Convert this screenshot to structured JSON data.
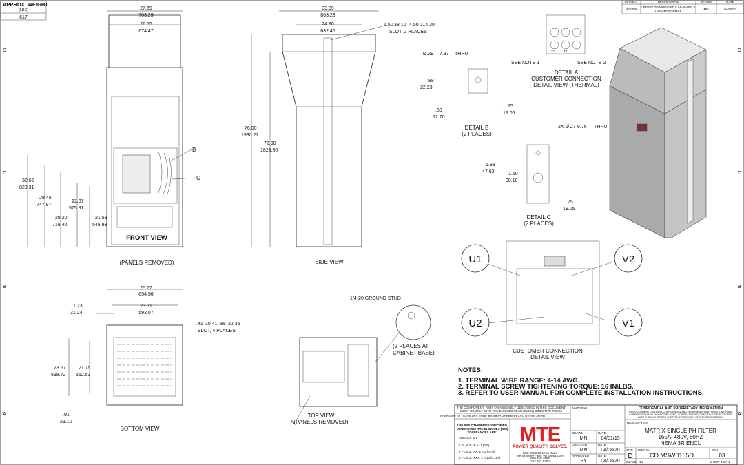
{
  "weight": {
    "title": "APPROX. WEIGHT",
    "unit": "(LBS)",
    "value": "617"
  },
  "zones": [
    "D",
    "C",
    "B",
    "A"
  ],
  "revision": {
    "headers": [
      "ECO No.",
      "DESCRIPTION",
      "REV BY",
      "DATE"
    ],
    "eco": "M12786",
    "description": [
      "UPDATE TO MODIFIED CAB-26APD &",
      "UPDATE FORMAT"
    ],
    "by": "MN",
    "date": "04/08/20"
  },
  "front_view": {
    "title": "FRONT VIEW",
    "subtitle": "(PANELS REMOVED)",
    "dims": {
      "w1": "27.69",
      "w1m": "703.29",
      "w2": "26.55",
      "w2m": "674.47",
      "h1": "32.65",
      "h1m": "829.31",
      "h2": "29.45",
      "h2m": "747.97",
      "h3": "28.20",
      "h3m": "716.40",
      "h4": "22.67",
      "h4m": "575.91",
      "h5": "21.53",
      "h5m": "546.93"
    },
    "callouts": [
      "B",
      "C"
    ]
  },
  "side_view": {
    "title": "SIDE VIEW",
    "dims": {
      "w1": "33.99",
      "w1m": "863.23",
      "w2": "24.90",
      "w2m": "632.46",
      "slot1": "1.50",
      "slot1m": "38.10",
      "slot2": "4.50",
      "slot2m": "114.30",
      "slot_note": "SLOT, 2 PLACES",
      "h1": "76.00",
      "h1m": "1930.27",
      "h2": "72.00",
      "h2m": "1828.80"
    }
  },
  "detail_a": {
    "note1": "SEE NOTE 1",
    "note2": "SEE NOTE 2",
    "terminals": [
      "T1",
      "T2"
    ],
    "title": [
      "DETAIL A",
      "CUSTOMER CONNECTION",
      "DETAIL VIEW (THERMAL)"
    ]
  },
  "detail_b": {
    "hole": "Ø.29",
    "holem": "7.37",
    "thru": "THRU",
    "d1": ".88",
    "d1m": "22.23",
    "d2": ".50",
    "d2m": "12.70",
    "d3": ".75",
    "d3m": "19.05",
    "title": [
      "DETAIL B",
      "(2 PLACES)"
    ]
  },
  "detail_c": {
    "hole": "2X Ø.27",
    "holem": "6.76",
    "thru": "THRU",
    "d1": "1.88",
    "d1m": "47.63",
    "d2": "1.50",
    "d2m": "38.10",
    "d3": ".75",
    "d3m": "19.05",
    "title": [
      "DETAIL C",
      "(2 PLACES)"
    ]
  },
  "connection": {
    "labels": [
      "U1",
      "V2",
      "U2",
      "V1"
    ],
    "title": [
      "CUSTOMER CONNECTION",
      "DETAIL VIEW"
    ]
  },
  "bottom_view": {
    "title": "BOTTOM VIEW",
    "dims": {
      "w1": "25.77",
      "w1m": "654.56",
      "w2": "23.31",
      "w2m": "592.07",
      "w3": "1.23",
      "w3m": "31.24",
      "slot": ".41",
      "slotm": "10.41",
      "slot2": ".88",
      "slot2m": "22.35",
      "slot_note": "SLOT, 4 PLACES",
      "h1": "23.57",
      "h1m": "598.72",
      "h2": "21.75",
      "h2m": "552.53",
      "h3": ".91",
      "h3m": "23.10"
    }
  },
  "top_view": {
    "title": "TOP VIEW",
    "subtitle": "(PANELS REMOVED)",
    "stud": "1/4-20 GROUND STUD",
    "places": [
      "(2 PLACES AT",
      "CABINET BASE)"
    ],
    "callout": "A"
  },
  "notes": {
    "title": "NOTES:",
    "items": [
      "1.  TERMINAL WIRE RANGE: 4-14 AWG.",
      "2.  TERMINAL SCREW TIGHTENING TORQUE: 16 IN\\LBS.",
      "3.  REFER TO USER MANUAL FOR COMPLETE INSTALLATION INSTRUCTIONS."
    ]
  },
  "title_block": {
    "rohs": [
      "THE COMPONENT, PART OR ASSEMBLY DESCRIBED IN THIS DOCUMENT",
      "MUST COMPLY WITH THE EU(EUROPEAN UNION) DIRECTIVE RoHS2"
    ],
    "reach": "CONTAINS <0.1% OF ANY SVHC BY WEIGHT PER REACH REGULATION",
    "tol_title": [
      "UNLESS OTHERWISE SPECIFIED",
      "DIMENSIONS ARE IN INCHES [MM]",
      "TOLERANCES ARE:"
    ],
    "tolerances": [
      "ANGLES: ± 1 °",
      "1 PLACE .X: ± .1 [2.5]",
      "2 PLACE .XX: ± .03 [0.76]",
      "3 PLACE .XXX: ± .010 [0.254]"
    ],
    "logo": "MTE",
    "slogan": "POWER QUALITY. SOLVED.",
    "address": [
      "N83 W13330 Leon Road",
      "Menomonee Falls, WI 53051 USA",
      "800.455.4683",
      "262.253.8200"
    ],
    "material": "MATERIAL",
    "drawn_label": "DRAWN",
    "drawn": "MN",
    "drawn_date": "04/01/15",
    "checked_label": "CHECKED",
    "checked": "MN",
    "checked_date": "04/08/20",
    "approved_label": "APPROVED",
    "approved": "PY",
    "approved_date": "04/08/20",
    "date_label": "DATE",
    "conf_title": "CONFIDENTIAL AND PROPRIETARY INFORMATION",
    "conf_text": [
      "THIS DOCUMENT CONTAINS CONFIDENTIAL AND PROPRIETARY INFORMATION OF MTE",
      "CORPORATION AND MAY NOT BE USED, COPIED OR DISCLOSED TO OTHERS EXCEPT",
      "WITH THE AUTHORIZED WRITTEN PERMISSION OF MTE CORPORATION"
    ],
    "desc_label": "DESCRIPTION",
    "description": [
      "MATRIX SINGLE PH FILTER",
      "165A, 480V, 60HZ",
      "NEMA 3R ENCL"
    ],
    "size_label": "SIZE",
    "size": "D",
    "dwg_label": "DWG No.",
    "dwg": "CD MSW0165D",
    "rev_label": "REV",
    "rev": "03",
    "scale_label": "SCALE",
    "scale": "1:8",
    "sheet": "SHEET 1 OF 1"
  }
}
